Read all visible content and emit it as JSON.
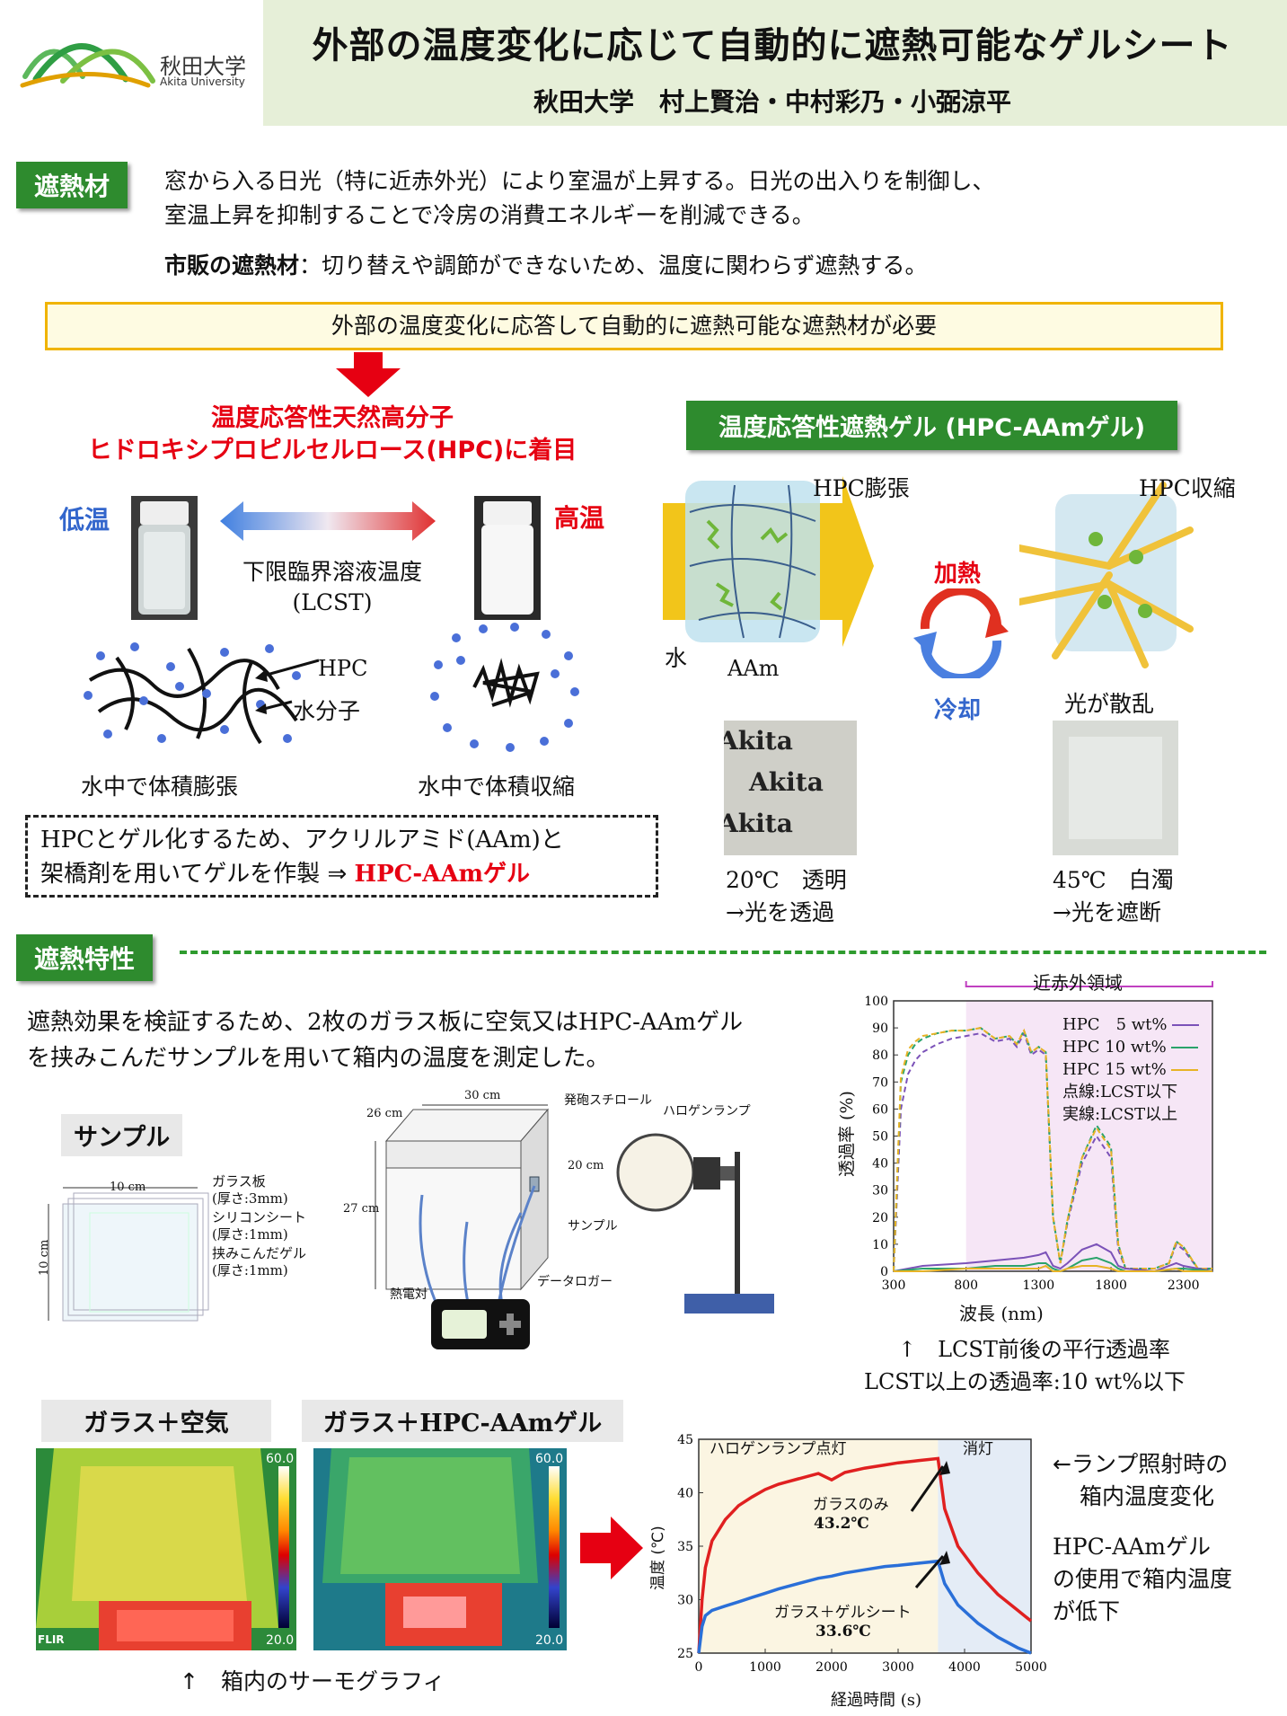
{
  "header": {
    "university_logo_text": "秋田大学",
    "university_logo_sub": "Akita University",
    "title": "外部の温度変化に応じて自動的に遮熱可能なゲルシート",
    "authors": "秋田大学　村上賢治・中村彩乃・小弼涼平"
  },
  "sec1": {
    "label": "遮熱材",
    "intro_line1": "窓から入る日光（特に近赤外光）により室温が上昇する。日光の出入りを制御し、",
    "intro_line2": "室温上昇を抑制することで冷房の消費エネルギーを削減できる。",
    "market_label": "市販の遮熱材",
    "market_text": "：切り替えや調節ができないため、温度に関わらず遮熱する。",
    "need_box": "外部の温度変化に応答して自動的に遮熱可能な遮熱材が必要",
    "focus_line1": "温度応答性天然高分子",
    "focus_line2": "ヒドロキシプロピルセルロース(HPC)に着目",
    "low_temp": "低温",
    "high_temp": "高温",
    "lcst_line1": "下限臨界溶液温度",
    "lcst_line2": "(LCST)",
    "hpc_label": "HPC",
    "water_label": "水分子",
    "swell_caption": "水中で体積膨張",
    "shrink_caption": "水中で体積収縮",
    "gel_line1": "HPCとゲル化するため、アクリルアミド(AAm)と",
    "gel_line2_a": "架橋剤を用いてゲルを作製 ⇒ ",
    "gel_line2_b": "HPC-AAmゲル"
  },
  "gel_panel": {
    "label": "温度応答性遮熱ゲル (HPC-AAmゲル)",
    "hpc_swell": "HPC膨張",
    "hpc_shrink": "HPC収縮",
    "water": "水",
    "aam": "AAm",
    "heat": "加熱",
    "cool": "冷却",
    "scatter": "光が散乱",
    "photo_text": "Akita",
    "left_caption1": "20℃　透明",
    "left_caption2": "→光を透過",
    "right_caption1": "45℃　白濁",
    "right_caption2": "→光を遮断"
  },
  "sec2": {
    "label": "遮熱特性",
    "text_line1": "遮熱効果を検証するため、2枚のガラス板に空気又はHPC-AAmゲル",
    "text_line2": "を挟みこんだサンプルを用いて箱内の温度を測定した。",
    "sample_tab": "サンプル",
    "sample_w": "10 cm",
    "sample_h": "10 cm",
    "glass": "ガラス板",
    "glass_t": "(厚さ:3mm)",
    "silicone": "シリコンシート",
    "silicone_t": "(厚さ:1mm)",
    "gel": "挟みこんだゲル",
    "gel_t": "(厚さ:1mm)",
    "box_w": "30 cm",
    "box_d": "26 cm",
    "box_h": "27 cm",
    "box_side": "20 cm",
    "foam": "発砲スチロール",
    "lamp": "ハロゲンランプ",
    "sample": "サンプル",
    "thermo": "熱電対",
    "logger": "データロガー",
    "thermo_glass_air": "ガラス＋空気",
    "thermo_glass_gel": "ガラス＋HPC-AAmゲル",
    "scale_max": "60.0",
    "scale_min": "20.0",
    "flir": "FLIR",
    "thermo_caption": "↑　箱内のサーモグラフィ",
    "trans_caption1": "↑　LCST前後の平行透過率",
    "trans_caption2": "LCST以上の透過率:10 wt%以下",
    "temp_note1": "←ランプ照射時の",
    "temp_note2": "箱内温度変化",
    "temp_note3": "HPC-AAmゲル",
    "temp_note4": "の使用で箱内温度",
    "temp_note5": "が低下"
  },
  "chart_data": [
    {
      "type": "line",
      "title": "",
      "xlabel": "波長 (nm)",
      "ylabel": "透過率 (%)",
      "xlim": [
        300,
        2500
      ],
      "ylim": [
        0,
        100
      ],
      "xticks": [
        300,
        800,
        1300,
        1800,
        2300
      ],
      "yticks": [
        0,
        10,
        20,
        30,
        40,
        50,
        60,
        70,
        80,
        90,
        100
      ],
      "band_label": "近赤外領域",
      "band_range": [
        800,
        2500
      ],
      "legend_notes": [
        "点線:LCST以下",
        "実線:LCST以上"
      ],
      "legend_position": "top-right",
      "series": [
        {
          "name": "HPC　5 wt%",
          "color": "#7b52b8",
          "dashed": true,
          "x": [
            300,
            350,
            400,
            450,
            500,
            600,
            700,
            800,
            900,
            1000,
            1100,
            1150,
            1200,
            1250,
            1300,
            1350,
            1400,
            1450,
            1500,
            1600,
            1700,
            1800,
            1850,
            1900,
            2000,
            2100,
            2200,
            2250,
            2300,
            2400,
            2500
          ],
          "y": [
            0,
            60,
            73,
            78,
            81,
            84,
            86,
            87,
            88,
            85,
            86,
            83,
            88,
            80,
            82,
            80,
            20,
            3,
            18,
            40,
            50,
            42,
            8,
            1,
            1,
            1,
            3,
            10,
            8,
            1,
            1
          ]
        },
        {
          "name": "HPC 10 wt%",
          "color": "#2aa36b",
          "dashed": true,
          "x": [
            300,
            350,
            400,
            450,
            500,
            600,
            700,
            800,
            900,
            1000,
            1100,
            1150,
            1200,
            1250,
            1300,
            1350,
            1400,
            1450,
            1500,
            1600,
            1700,
            1800,
            1850,
            1900,
            2000,
            2100,
            2200,
            2250,
            2300,
            2400,
            2500
          ],
          "y": [
            0,
            70,
            80,
            84,
            86,
            88,
            89,
            89,
            90,
            86,
            87,
            84,
            89,
            81,
            83,
            81,
            20,
            3,
            19,
            42,
            54,
            46,
            10,
            1,
            1,
            1,
            3,
            11,
            9,
            1,
            1
          ]
        },
        {
          "name": "HPC 15 wt%",
          "color": "#e7b325",
          "dashed": true,
          "x": [
            300,
            350,
            400,
            450,
            500,
            600,
            700,
            800,
            900,
            1000,
            1100,
            1150,
            1200,
            1250,
            1300,
            1350,
            1400,
            1450,
            1500,
            1600,
            1700,
            1800,
            1850,
            1900,
            2000,
            2100,
            2200,
            2250,
            2300,
            2400,
            2500
          ],
          "y": [
            0,
            72,
            82,
            85,
            87,
            88,
            89,
            89,
            90,
            86,
            87,
            84,
            89,
            81,
            83,
            81,
            20,
            3,
            19,
            42,
            53,
            45,
            10,
            1,
            1,
            1,
            3,
            11,
            9,
            1,
            1
          ]
        },
        {
          "name": "HPC　5 wt% (LCST以上)",
          "color": "#7b52b8",
          "dashed": false,
          "x": [
            300,
            500,
            800,
            1000,
            1200,
            1300,
            1350,
            1400,
            1450,
            1500,
            1600,
            1700,
            1800,
            1850,
            1900,
            2100,
            2250,
            2300,
            2500
          ],
          "y": [
            0,
            2,
            3,
            4,
            5,
            6,
            7,
            2,
            1,
            3,
            8,
            10,
            7,
            2,
            1,
            0,
            3,
            2,
            0
          ]
        },
        {
          "name": "HPC 10 wt% (LCST以上)",
          "color": "#2aa36b",
          "dashed": false,
          "x": [
            300,
            500,
            800,
            1000,
            1200,
            1300,
            1350,
            1400,
            1450,
            1500,
            1600,
            1700,
            1800,
            1850,
            1900,
            2100,
            2250,
            2300,
            2500
          ],
          "y": [
            0,
            1,
            1,
            2,
            2,
            3,
            3,
            1,
            0,
            1,
            4,
            5,
            3,
            1,
            0,
            0,
            1,
            1,
            0
          ]
        },
        {
          "name": "HPC 15 wt% (LCST以上)",
          "color": "#e7b325",
          "dashed": false,
          "x": [
            300,
            500,
            800,
            1000,
            1200,
            1300,
            1350,
            1400,
            1450,
            1500,
            1600,
            1700,
            1800,
            1850,
            1900,
            2100,
            2250,
            2300,
            2500
          ],
          "y": [
            0,
            0,
            1,
            1,
            1,
            1,
            2,
            0,
            0,
            1,
            2,
            2,
            1,
            0,
            0,
            0,
            1,
            0,
            0
          ]
        }
      ]
    },
    {
      "type": "line",
      "title": "",
      "xlabel": "経過時間 (s)",
      "ylabel": "温度 (℃)",
      "xlim": [
        0,
        5000
      ],
      "ylim": [
        25,
        45
      ],
      "xticks": [
        0,
        1000,
        2000,
        3000,
        4000,
        5000
      ],
      "yticks": [
        25,
        30,
        35,
        40,
        45
      ],
      "region_labels": [
        "ハロゲンランプ点灯",
        "消灯"
      ],
      "lamp_off_at": 3600,
      "series": [
        {
          "name": "ガラスのみ",
          "color": "#e02020",
          "peak_label": "43.2℃",
          "x": [
            0,
            50,
            100,
            200,
            400,
            600,
            800,
            1000,
            1200,
            1500,
            1800,
            2000,
            2200,
            2500,
            2800,
            3000,
            3300,
            3600,
            3700,
            3900,
            4200,
            4500,
            4800,
            5000
          ],
          "y": [
            25,
            30,
            33,
            35.5,
            37.5,
            38.8,
            39.6,
            40.3,
            40.8,
            41.3,
            41.8,
            41.2,
            41.9,
            42.3,
            42.6,
            42.8,
            43.0,
            43.2,
            38.5,
            35.0,
            32.5,
            30.5,
            29.0,
            28.0
          ]
        },
        {
          "name": "ガラス＋ゲルシート",
          "color": "#2a6fd8",
          "peak_label": "33.6℃",
          "x": [
            0,
            50,
            100,
            200,
            400,
            600,
            800,
            1000,
            1200,
            1500,
            1800,
            2000,
            2200,
            2500,
            2800,
            3000,
            3300,
            3600,
            3700,
            3900,
            4200,
            4500,
            4800,
            5000
          ],
          "y": [
            25,
            27.5,
            28.5,
            29.0,
            29.4,
            29.8,
            30.2,
            30.6,
            31.0,
            31.5,
            32.0,
            32.2,
            32.5,
            32.8,
            33.1,
            33.2,
            33.4,
            33.6,
            31.5,
            29.5,
            27.8,
            26.5,
            25.5,
            25
          ]
        }
      ]
    }
  ]
}
